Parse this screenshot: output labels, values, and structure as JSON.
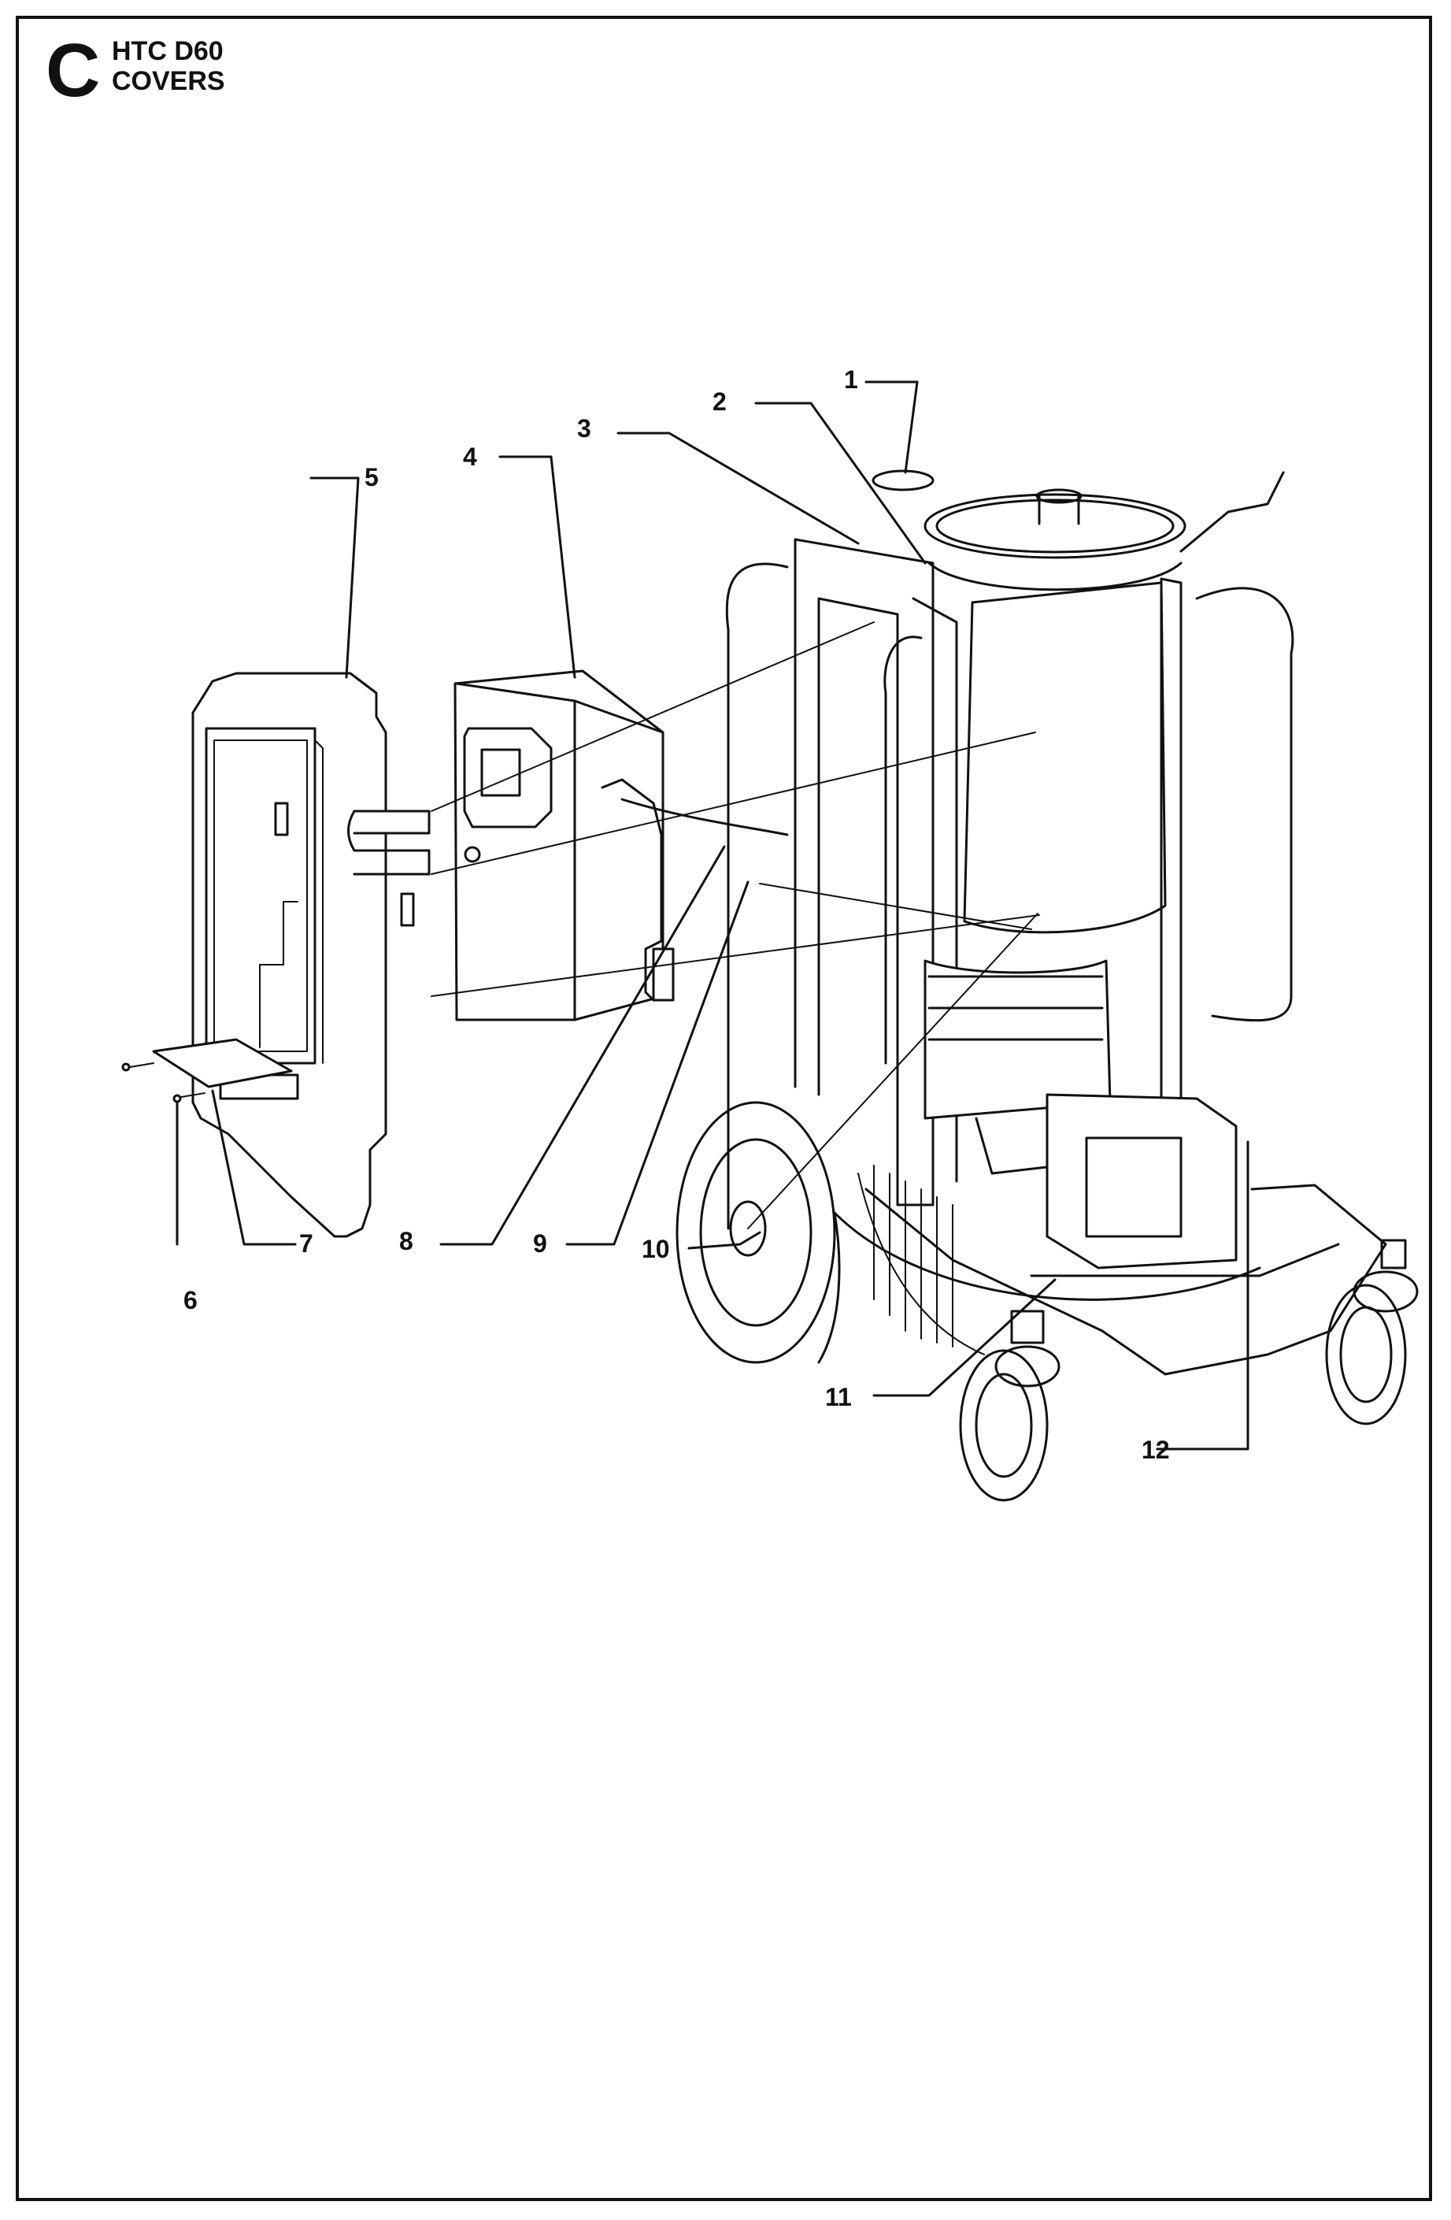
{
  "header": {
    "section_letter": "C",
    "model": "HTC D60",
    "section_title": "COVERS"
  },
  "callouts": [
    "1",
    "2",
    "3",
    "4",
    "5",
    "6",
    "7",
    "8",
    "9",
    "10",
    "11",
    "12"
  ],
  "colors": {
    "ink": "#111111",
    "paper": "#ffffff",
    "shade": "#d9d9d9"
  }
}
